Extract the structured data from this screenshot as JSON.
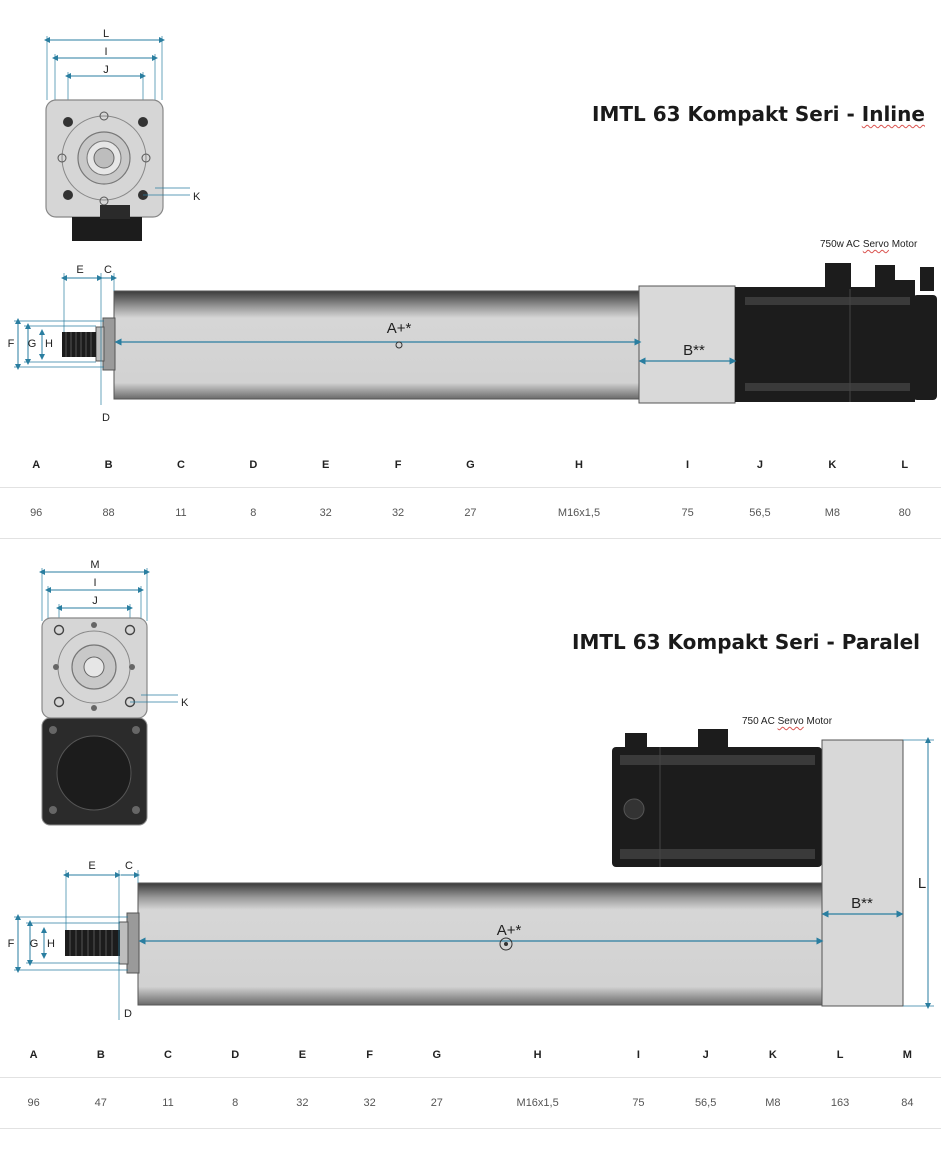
{
  "sections": [
    {
      "title_prefix": "IMTL 63 Kompakt Seri - ",
      "title_keyword": "Inline",
      "motor_label_prefix": "750w AC ",
      "motor_label_keyword": "Servo",
      "motor_label_suffix": " Motor",
      "end_view_labels": [
        "L",
        "I",
        "J",
        "K"
      ],
      "side_view_labels": [
        "E",
        "C",
        "F",
        "G",
        "H",
        "D",
        "A+*",
        "B**"
      ],
      "table": {
        "headers": [
          "A",
          "B",
          "C",
          "D",
          "E",
          "F",
          "G",
          "H",
          "I",
          "J",
          "K",
          "L"
        ],
        "values": [
          "96",
          "88",
          "11",
          "8",
          "32",
          "32",
          "27",
          "M16x1,5",
          "75",
          "56,5",
          "M8",
          "80"
        ]
      }
    },
    {
      "title_prefix": "IMTL 63 Kompakt Seri - Paralel",
      "title_keyword": "",
      "motor_label_prefix": "750 AC ",
      "motor_label_keyword": "Servo",
      "motor_label_suffix": " Motor",
      "end_view_labels": [
        "M",
        "I",
        "J",
        "K"
      ],
      "side_view_labels": [
        "E",
        "C",
        "F",
        "G",
        "H",
        "D",
        "A+*",
        "B**",
        "L"
      ],
      "table": {
        "headers": [
          "A",
          "B",
          "C",
          "D",
          "E",
          "F",
          "G",
          "H",
          "I",
          "J",
          "K",
          "L",
          "M"
        ],
        "values": [
          "96",
          "47",
          "11",
          "8",
          "32",
          "32",
          "27",
          "M16x1,5",
          "75",
          "56,5",
          "M8",
          "163",
          "84"
        ]
      }
    }
  ],
  "colors": {
    "dimension_line": "#2a7ea0",
    "housing_light": "#d6d6d6",
    "housing_dark": "#3a3a3a",
    "motor_black": "#1c1c1c",
    "rule": "#e2e2e2"
  },
  "icons": [
    "end-view-drawing",
    "side-view-drawing",
    "servo-motor-drawing"
  ]
}
